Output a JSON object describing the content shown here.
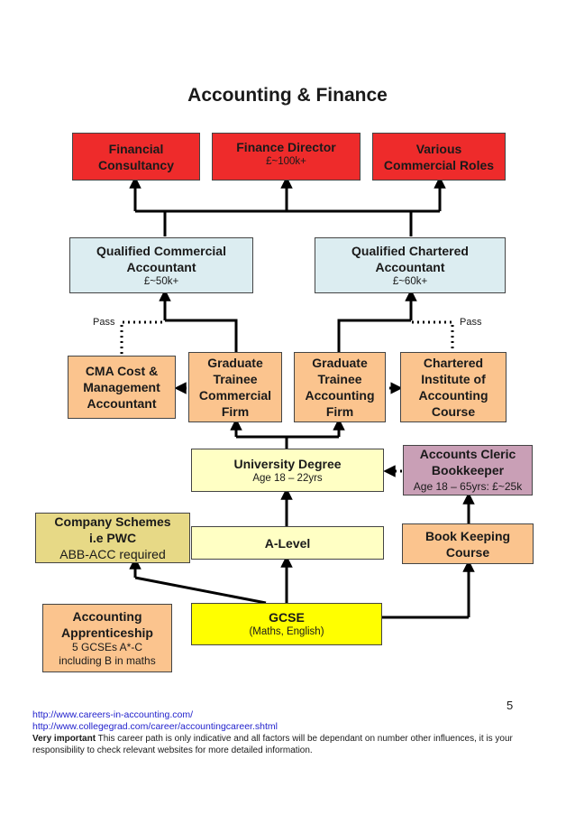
{
  "title": "Accounting & Finance",
  "boxes": {
    "financial_consultancy": {
      "lines": [
        "Financial",
        "Consultancy"
      ]
    },
    "finance_director": {
      "name": "Finance Director",
      "salary": "£~100k+"
    },
    "various_roles": {
      "lines": [
        "Various",
        "Commercial Roles"
      ]
    },
    "qualified_commercial": {
      "lines": [
        "Qualified Commercial",
        "Accountant"
      ],
      "salary": "£~50k+"
    },
    "qualified_chartered": {
      "lines": [
        "Qualified Chartered",
        "Accountant"
      ],
      "salary": "£~60k+"
    },
    "cma": {
      "lines": [
        "CMA Cost &",
        "Management",
        "Accountant"
      ]
    },
    "grad_commercial": {
      "lines": [
        "Graduate",
        "Trainee",
        "Commercial",
        "Firm"
      ]
    },
    "grad_accounting": {
      "lines": [
        "Graduate",
        "Trainee",
        "Accounting",
        "Firm"
      ]
    },
    "chartered_course": {
      "lines": [
        "Chartered",
        "Institute of",
        "Accounting",
        "Course"
      ]
    },
    "university": {
      "name": "University Degree",
      "detail": "Age 18 – 22yrs"
    },
    "accounts_cleric": {
      "lines": [
        "Accounts Cleric",
        "Bookkeeper"
      ],
      "detail": "Age 18 – 65yrs: £~25k"
    },
    "company_schemes": {
      "lines": [
        "Company Schemes",
        "i.e PWC"
      ],
      "detail": "ABB-ACC required"
    },
    "a_level": {
      "name": "A-Level"
    },
    "book_keeping": {
      "lines": [
        "Book Keeping",
        "Course"
      ]
    },
    "apprenticeship": {
      "lines": [
        "Accounting",
        "Apprenticeship"
      ],
      "detail": [
        "5 GCSEs A*-C",
        "including B in maths"
      ]
    },
    "gcse": {
      "name": "GCSE",
      "detail": "(Maths, English)"
    }
  },
  "labels": {
    "pass_left": "Pass",
    "pass_right": "Pass"
  },
  "footer": {
    "link1": "http://www.careers-in-accounting.com/",
    "link2": "http://www.collegegrad.com/career/accountingcareer.shtml",
    "note_bold": "Very important",
    "note_text": " This career path is only indicative and all factors will be dependant on number other influences, it is your responsibility to check relevant websites for more detailed information.",
    "page_number": "5"
  },
  "colors": {
    "red": "#ee2b2b",
    "light_blue": "#dcedf1",
    "orange": "#fbc48e",
    "light_yellow": "#ffffc4",
    "yellow": "#ffff00",
    "khaki": "#e7d986",
    "mauve": "#c99fb6"
  }
}
